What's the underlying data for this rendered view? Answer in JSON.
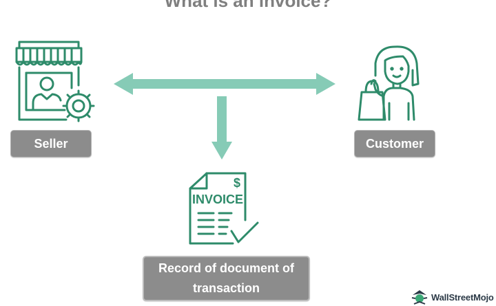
{
  "title": "What is an invoice?",
  "nodes": {
    "seller": {
      "label": "Seller",
      "icon": "shop-seller-icon"
    },
    "customer": {
      "label": "Customer",
      "icon": "shopping-customer-icon"
    },
    "record": {
      "label_line1": "Record of document of",
      "label_line2": "transaction",
      "icon": "invoice-document-icon",
      "invoice_text": "INVOICE",
      "currency_symbol": "$"
    }
  },
  "connectors": {
    "horizontal": "double-arrow",
    "vertical": "down-arrow"
  },
  "brand": {
    "name": "WallStreetMojo",
    "icon": "wallstreetmojo-logo-icon"
  },
  "colors": {
    "icon_green": "#2e8b6a",
    "arrow_green": "#86cbb6",
    "label_box": "#8c8c8c",
    "title_gray": "#7f7f7f"
  }
}
